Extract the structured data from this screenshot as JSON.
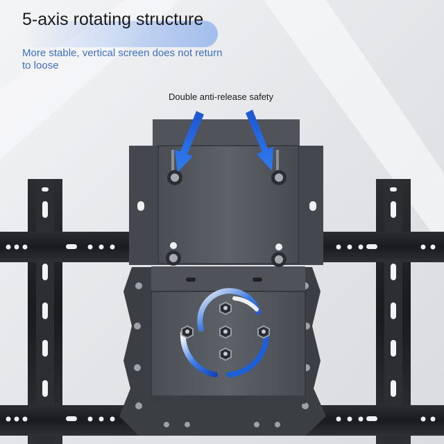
{
  "header": {
    "title": "5-axis rotating structure",
    "subtitle": "More stable, vertical screen does not return to loose"
  },
  "callout": {
    "text": "Double anti-release safety"
  },
  "colors": {
    "accent_blue": "#1f5fd6",
    "subtitle_blue": "#3d6fc2",
    "metal_dark": "#3a3d42",
    "metal_mid": "#55595f"
  }
}
